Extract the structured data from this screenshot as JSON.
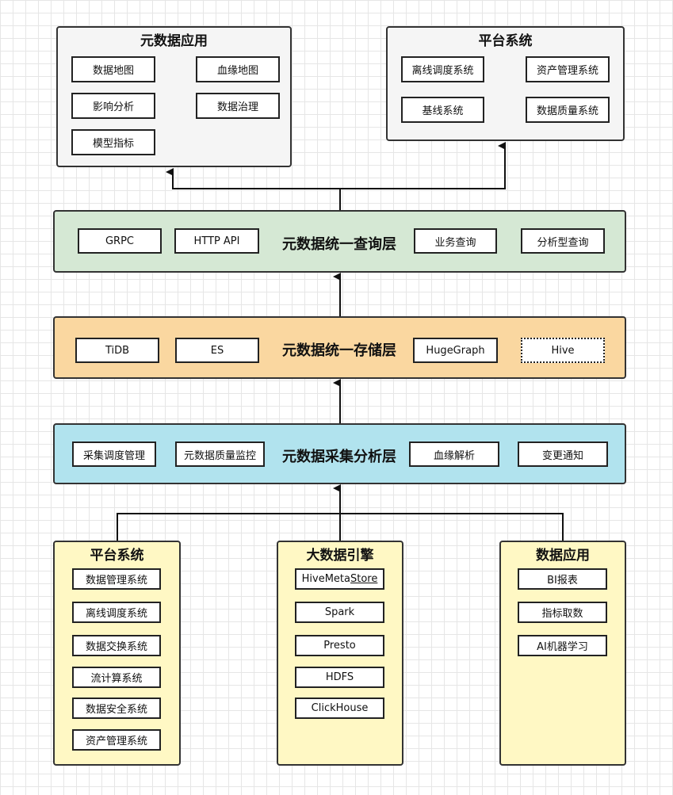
{
  "metadata_apps": {
    "title": "元数据应用",
    "items": [
      "数据地图",
      "血缘地图",
      "影响分析",
      "数据治理",
      "模型指标"
    ]
  },
  "platform_top": {
    "title": "平台系统",
    "items": [
      "离线调度系统",
      "资产管理系统",
      "基线系统",
      "数据质量系统"
    ]
  },
  "query_layer": {
    "title": "元数据统一查询层",
    "items": [
      "GRPC",
      "HTTP API",
      "业务查询",
      "分析型查询"
    ]
  },
  "storage_layer": {
    "title": "元数据统一存储层",
    "items": [
      "TiDB",
      "ES",
      "HugeGraph",
      "Hive"
    ]
  },
  "collect_layer": {
    "title": "元数据采集分析层",
    "items": [
      "采集调度管理",
      "元数据质量监控",
      "血缘解析",
      "变更通知"
    ]
  },
  "platform_bottom": {
    "title": "平台系统",
    "items": [
      "数据管理系统",
      "离线调度系统",
      "数据交换系统",
      "流计算系统",
      "数据安全系统",
      "资产管理系统"
    ]
  },
  "bigdata": {
    "title": "大数据引擎",
    "first_item_prefix": "HiveMeta",
    "first_item_underlined": "Store",
    "items": [
      "Spark",
      "Presto",
      "HDFS",
      "ClickHouse"
    ]
  },
  "data_apps": {
    "title": "数据应用",
    "items": [
      "BI报表",
      "指标取数",
      "AI机器学习"
    ]
  },
  "colors": {
    "gray_box": "#f5f5f5",
    "query_green": "#d5e8d4",
    "storage_orange": "#fad7a0",
    "collect_blue": "#b1e3ee",
    "source_yellow": "#fff8c4"
  }
}
